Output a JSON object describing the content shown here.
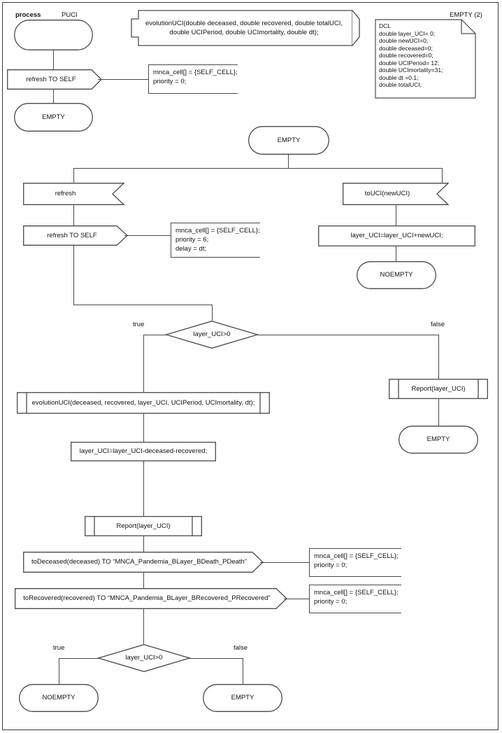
{
  "diagram": {
    "kind": "SDL process diagram",
    "header": {
      "keyword": "process",
      "name": "PUCI",
      "page": "EMPTY (2)"
    },
    "procedure_declaration": {
      "line1": "evolutionUCI(double deceased, double recovered, double totalUCI,",
      "line2": "double UCIPeriod, double UCImortality, double dt);"
    },
    "dcl_note": {
      "lines": [
        "DCL",
        "double layer_UCI= 0;",
        "double newUCI=0;",
        "double deceased=0;",
        "double recovered=0;",
        "double UCIPeriod= 12;",
        "double UCImortality=31;",
        "double dt =0.1;",
        "double totalUCI;"
      ]
    },
    "nodes": {
      "start_state": "",
      "start_output": "refresh TO SELF",
      "start_next_state": "EMPTY",
      "state_empty": "EMPTY",
      "input_refresh": "refresh",
      "output_refresh_self": "refresh TO SELF",
      "input_touci": "toUCI(newUCI)",
      "task_add_newuci": "layer_UCI=layer_UCI+newUCI;",
      "state_noempty_right": "NOEMPTY",
      "decision_mid": "layer_UCI>0",
      "decision_mid_true": "true",
      "decision_mid_false": "false",
      "proc_call_evolution": "evolutionUCI(deceased, recovered, layer_UCI, UCIPeriod, UCImortality, dt);",
      "task_subtract": "layer_UCI=layer_UCI-deceased-recovered;",
      "proc_report_left": "Report(layer_UCI)",
      "proc_report_right": "Report(layer_UCI)",
      "state_empty_right": "EMPTY",
      "output_todeceased": "toDeceased(deceased) TO “MNCA_Pandemia_BLayer_BDeath_PDeath”",
      "output_torecovered": "toRecovered(recovered) TO “MNCA_Pandemia_BLayer_BRecovered_PRecovered”",
      "decision_end": "layer_UCI>0",
      "decision_end_true": "true",
      "decision_end_false": "false",
      "state_noempty_end": "NOEMPTY",
      "state_empty_end": "EMPTY"
    },
    "comments": {
      "start_comment": [
        "mnca_cell[] = {SELF_CELL};",
        "priority = 0;"
      ],
      "refresh_comment": [
        "mnca_cell[] = {SELF_CELL};",
        "priority = 6;",
        "delay = dt;"
      ],
      "deceased_comment": [
        "mnca_cell[] = {SELF_CELL};",
        "priority = 0;"
      ],
      "recovered_comment": [
        "mnca_cell[] = {SELF_CELL};",
        "priority = 0;"
      ]
    },
    "colors": {
      "line": "#4a4a4a",
      "text": "#111111",
      "background": "#ffffff",
      "border": "#3a3a3a"
    }
  }
}
